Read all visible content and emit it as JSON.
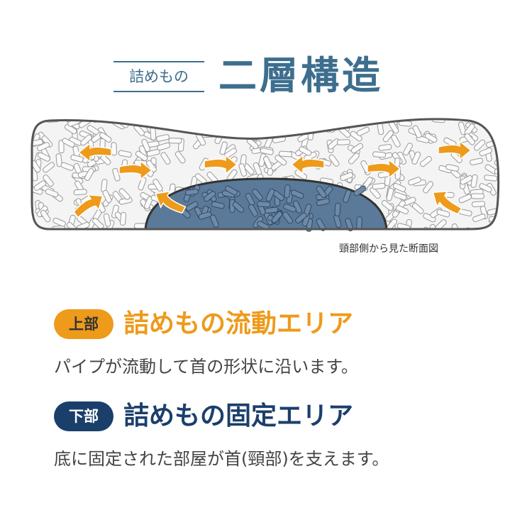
{
  "header": {
    "subtitle": "詰めもの",
    "title": "二層構造"
  },
  "diagram": {
    "caption": "頸部側から見た断面図"
  },
  "upper": {
    "badge": "上部",
    "heading": "詰めもの流動エリア",
    "description": "パイプが流動して首の形状に沿います。"
  },
  "lower": {
    "badge": "下部",
    "heading": "詰めもの固定エリア",
    "description": "底に固定された部屋が首(頸部)を支えます。"
  },
  "colors": {
    "title": "#3d6e8e",
    "orange": "#ee9a1a",
    "navy": "#1b3f6b",
    "dome": "#5b7a99"
  }
}
